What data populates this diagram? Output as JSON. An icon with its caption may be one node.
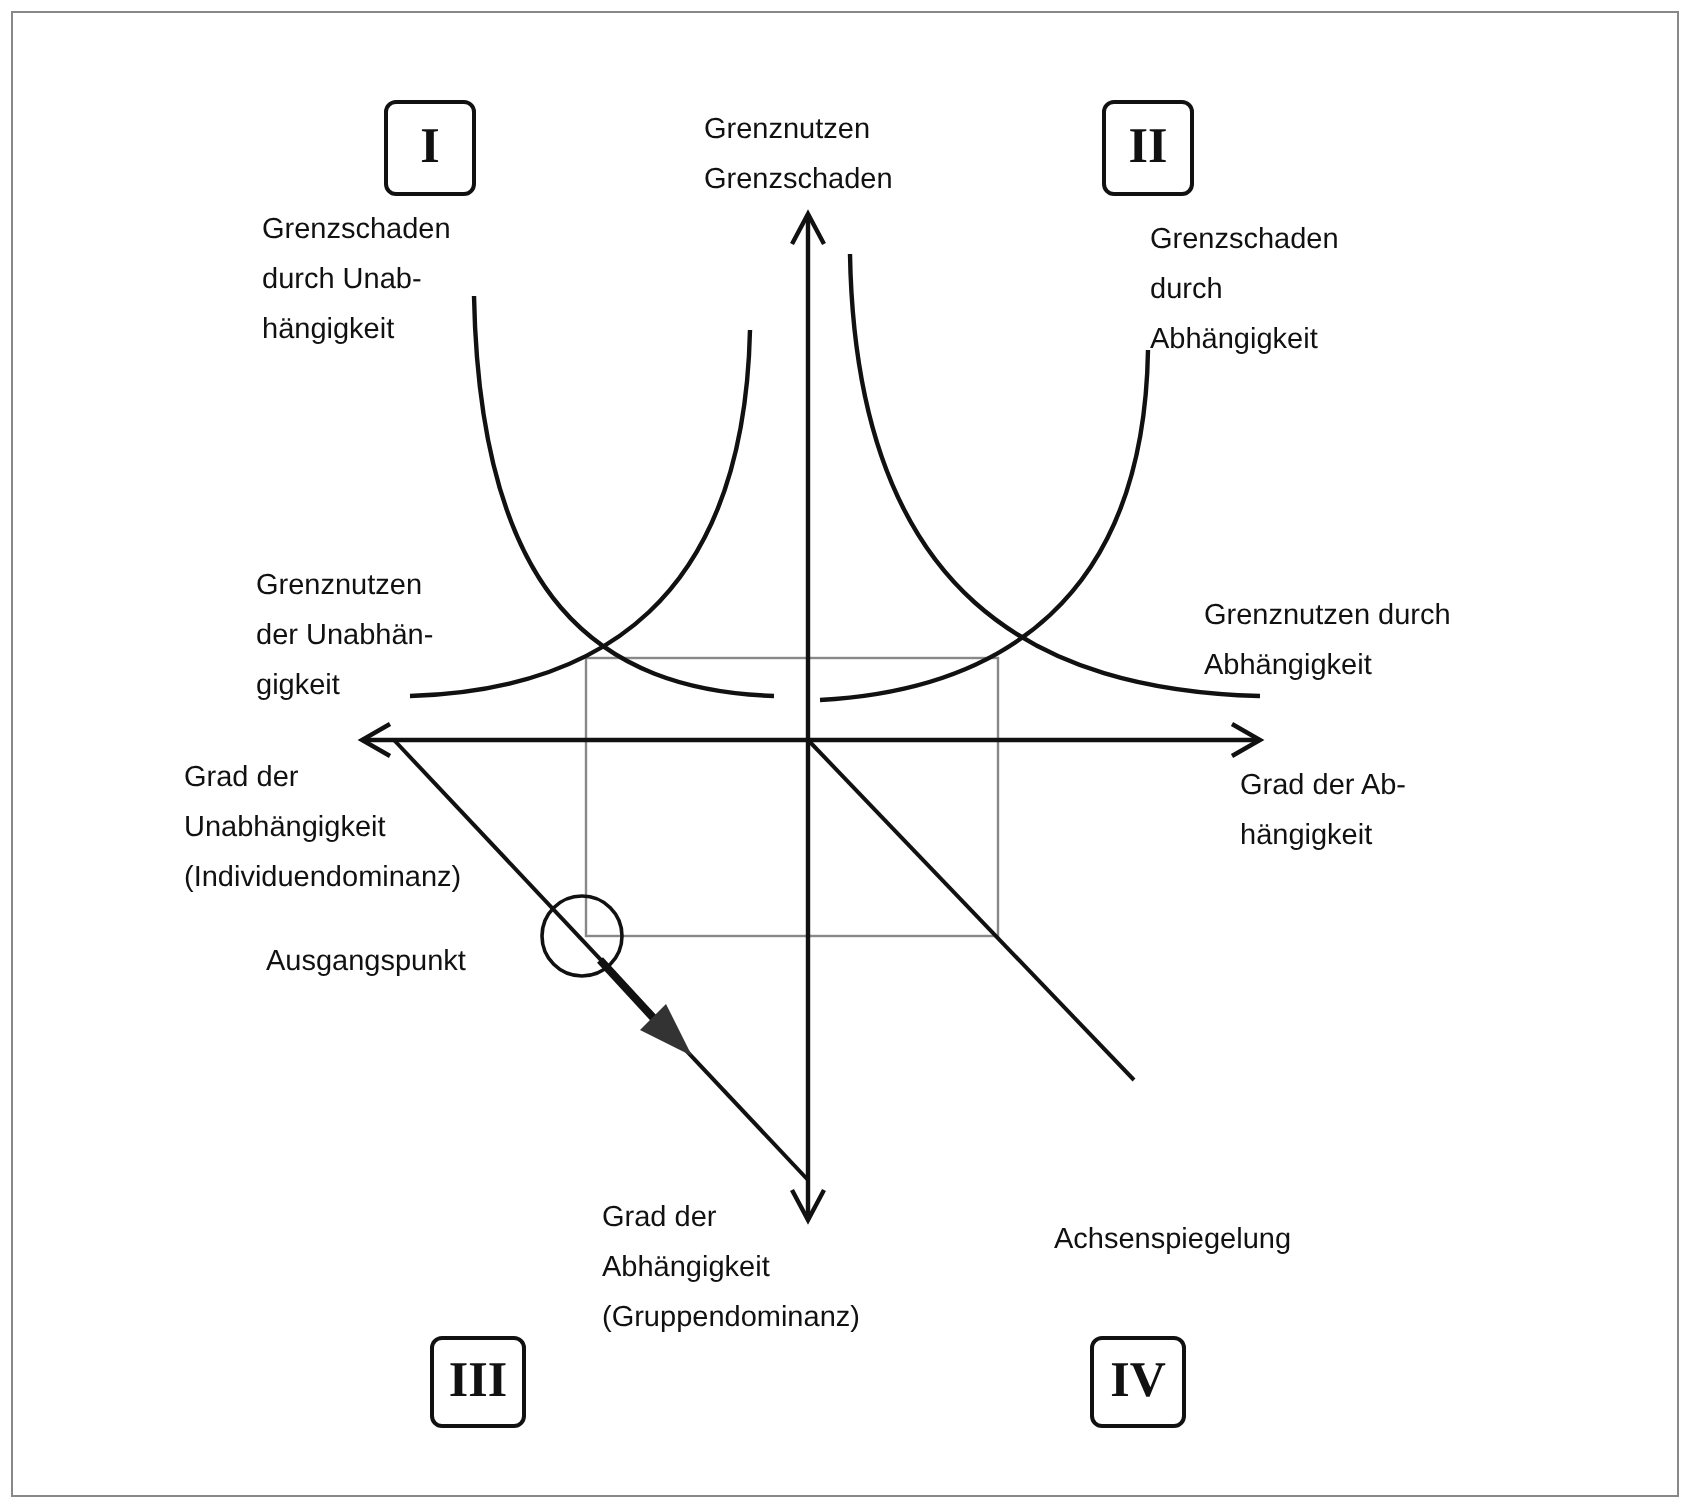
{
  "diagram": {
    "nodes": [
      {
        "text": [
          "I"
        ]
      },
      {
        "text": [
          "II"
        ]
      },
      {
        "text": [
          "III"
        ]
      },
      {
        "text": [
          "IV"
        ]
      }
    ],
    "labels": [
      "Grenznutzen Grenzschaden",
      "Grenzschaden durch Unab- hängigkeit",
      "Grenzschaden durch Abhängigkeit",
      "Grenznutzen der Unabhän- gigkeit",
      "Grenznutzen durch Abhängigkeit",
      "Grad der Unabhängigkeit (Individuendominanz)",
      "Grad der Ab- hängigkeit",
      "Ausgangspunkt",
      "Grad der Abhängigkeit (Gruppendominanz)",
      "Achsenspiegelung"
    ]
  }
}
